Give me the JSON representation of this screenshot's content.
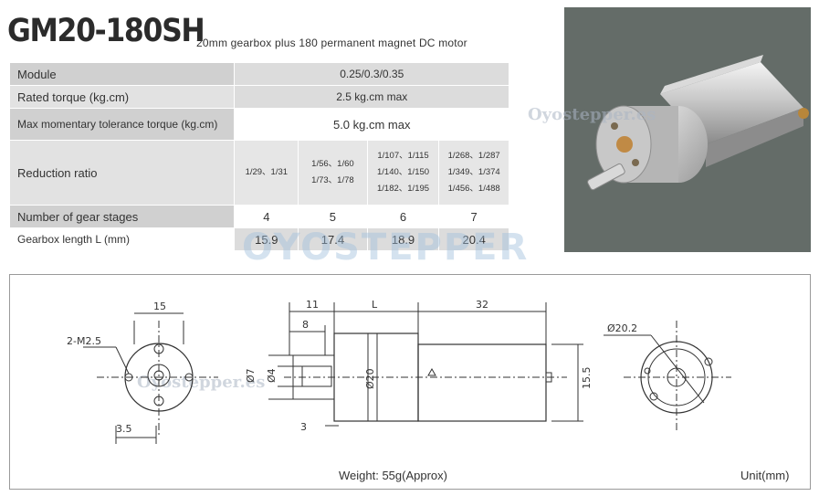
{
  "header": {
    "model": "GM20-180SH",
    "subtitle": "20mm gearbox plus 180 permanent magnet DC  motor"
  },
  "spec_table": {
    "module": {
      "label": "Module",
      "value": "0.25/0.3/0.35"
    },
    "rated_torque": {
      "label": "Rated torque (kg.cm)",
      "value": "2.5 kg.cm max"
    },
    "max_torque": {
      "label": "Max momentary tolerance torque (kg.cm)",
      "value": "5.0 kg.cm max"
    },
    "reduction": {
      "label": "Reduction ratio",
      "groups": [
        [
          "1/29、1/31"
        ],
        [
          "1/56、1/60",
          "1/73、1/78"
        ],
        [
          "1/107、1/115",
          "1/140、1/150",
          "1/182、1/195"
        ],
        [
          "1/268、1/287",
          "1/349、1/374",
          "1/456、1/488"
        ]
      ]
    },
    "gear_stages": {
      "label": "Number of gear stages",
      "values": [
        "4",
        "5",
        "6",
        "7"
      ]
    },
    "gearbox_length": {
      "label": "Gearbox length  L (mm)",
      "values": [
        "15.9",
        "17.4",
        "18.9",
        "20.4"
      ]
    }
  },
  "watermarks": {
    "small": "Oyostepper.es",
    "big": "OYOSTEPPER"
  },
  "drawing": {
    "dims": {
      "front_width": "15",
      "screw": "2-M2.5",
      "offset": "3.5",
      "shaft_len": "11",
      "gear_len": "L",
      "motor_len": "32",
      "flat_len": "8",
      "flat_d": "Ø7",
      "shaft_d": "Ø4",
      "body_d": "Ø20",
      "gap": "3",
      "motor_h": "15.5",
      "end_d": "Ø20.2"
    },
    "weight": "Weight: 55g(Approx)",
    "unit": "Unit(mm)"
  }
}
